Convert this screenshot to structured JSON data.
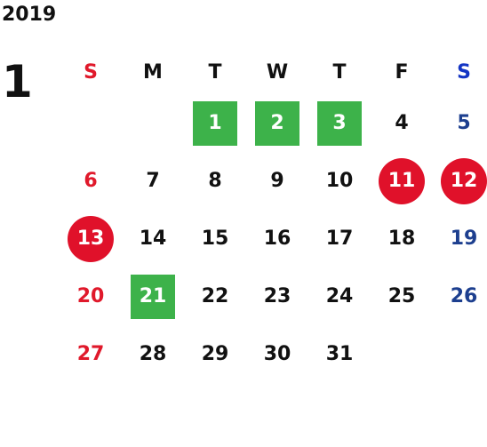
{
  "calendar": {
    "year": "2019",
    "month": "1",
    "weekdays": [
      "S",
      "M",
      "T",
      "W",
      "T",
      "F",
      "S"
    ],
    "weeks": [
      [
        "",
        "",
        "1",
        "2",
        "3",
        "4",
        "5"
      ],
      [
        "6",
        "7",
        "8",
        "9",
        "10",
        "11",
        "12"
      ],
      [
        "13",
        "14",
        "15",
        "16",
        "17",
        "18",
        "19"
      ],
      [
        "20",
        "21",
        "22",
        "23",
        "24",
        "25",
        "26"
      ],
      [
        "27",
        "28",
        "29",
        "30",
        "31",
        "",
        ""
      ]
    ],
    "highlights": {
      "green_square": [
        "1",
        "2",
        "3",
        "21"
      ],
      "red_circle": [
        "11",
        "12",
        "13"
      ]
    }
  },
  "colors": {
    "sunday": "#e0192b",
    "saturday": "#1d3f8f",
    "saturday_header": "#1435c4",
    "green_highlight": "#3db24a",
    "red_highlight": "#e0112a",
    "text": "#111111"
  }
}
